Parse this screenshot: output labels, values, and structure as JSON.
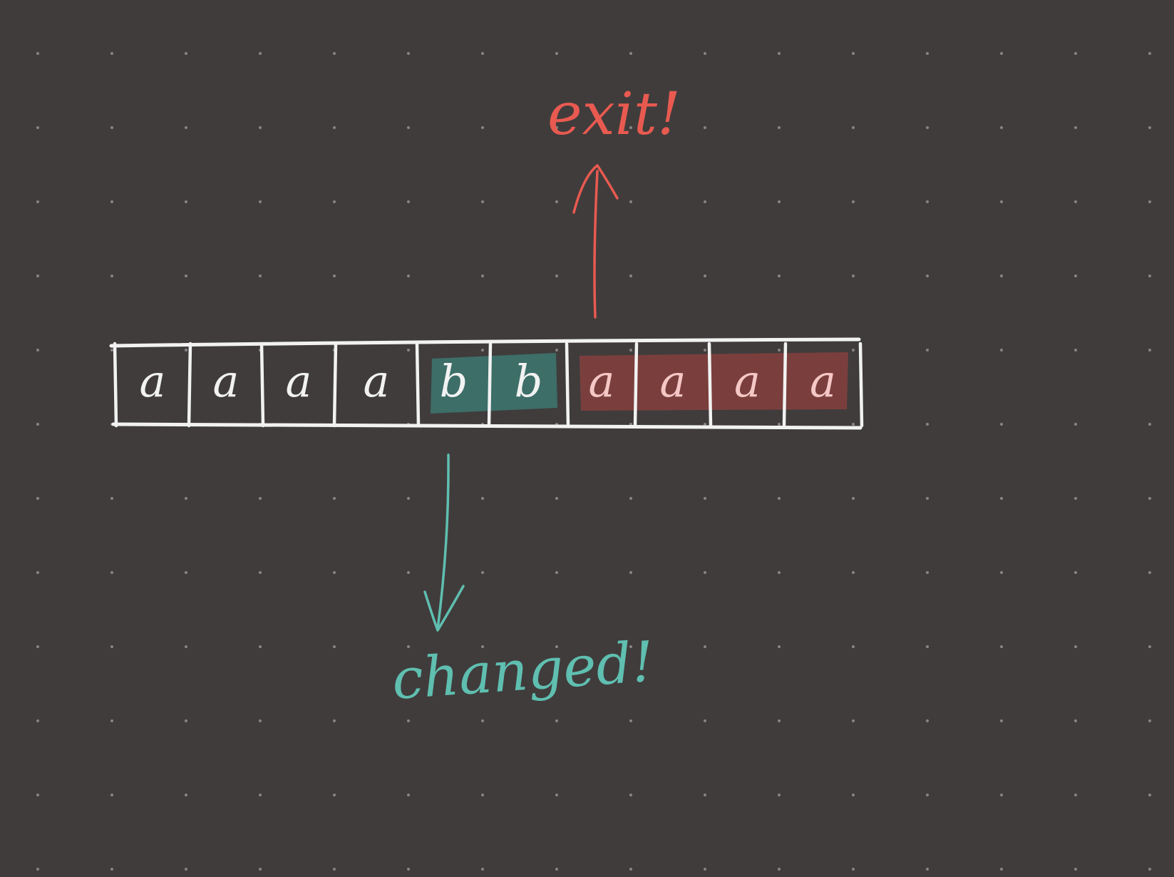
{
  "colors": {
    "background": "#403c3c",
    "dot": "#8a8585",
    "ink": "#f2f2f2",
    "green": "#5fbfb0",
    "green_fill": "#3d6e68",
    "red": "#e85a50",
    "red_fill": "#7a3f3d",
    "red_ink": "#f5c8c6"
  },
  "cells": [
    {
      "char": "a",
      "highlight": "none"
    },
    {
      "char": "a",
      "highlight": "none"
    },
    {
      "char": "a",
      "highlight": "none"
    },
    {
      "char": "a",
      "highlight": "none"
    },
    {
      "char": "b",
      "highlight": "green"
    },
    {
      "char": "b",
      "highlight": "green"
    },
    {
      "char": "a",
      "highlight": "red"
    },
    {
      "char": "a",
      "highlight": "red"
    },
    {
      "char": "a",
      "highlight": "red"
    },
    {
      "char": "a",
      "highlight": "red"
    }
  ],
  "annotations": {
    "exit_label": "exit!",
    "changed_label": "changed!"
  }
}
